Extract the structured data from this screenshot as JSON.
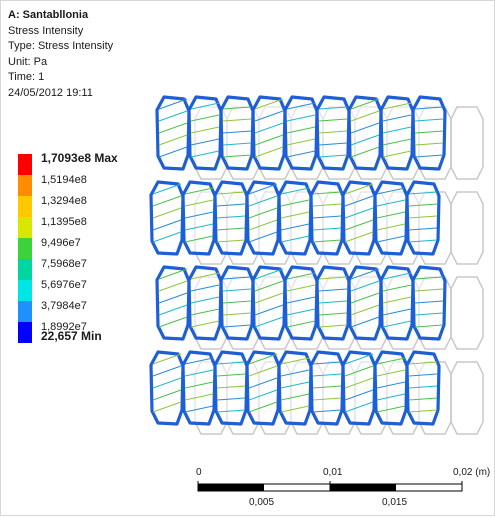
{
  "info": {
    "title": "A: Santabllonia",
    "result": "Stress Intensity",
    "type": "Type: Stress Intensity",
    "unit": "Unit: Pa",
    "time": "Time: 1",
    "date": "24/05/2012 19:11"
  },
  "legend": {
    "max_label": "1,7093e8 Max",
    "levels": [
      "1,5194e8",
      "1,3294e8",
      "1,1395e8",
      "9,496e7",
      "7,5968e7",
      "5,6976e7",
      "3,7984e7",
      "1,8992e7"
    ],
    "min_label": "22,657 Min",
    "colors": [
      "#ff0000",
      "#ff8c00",
      "#ffc800",
      "#d8e600",
      "#3cd23c",
      "#00d7a0",
      "#00e6e6",
      "#1e90ff",
      "#0000ff"
    ]
  },
  "scale_bar": {
    "top_ticks": [
      "0",
      "0,01",
      "0,02 (m)"
    ],
    "bottom_ticks": [
      "0,005",
      "0,015"
    ]
  },
  "mesh": {
    "rows": 4,
    "cells_per_row": 9,
    "edge_color": "#1f5fd6",
    "fiber_colors": [
      "#2a8ad8",
      "#1fb8c8",
      "#4bc04b",
      "#8fc63a"
    ]
  }
}
